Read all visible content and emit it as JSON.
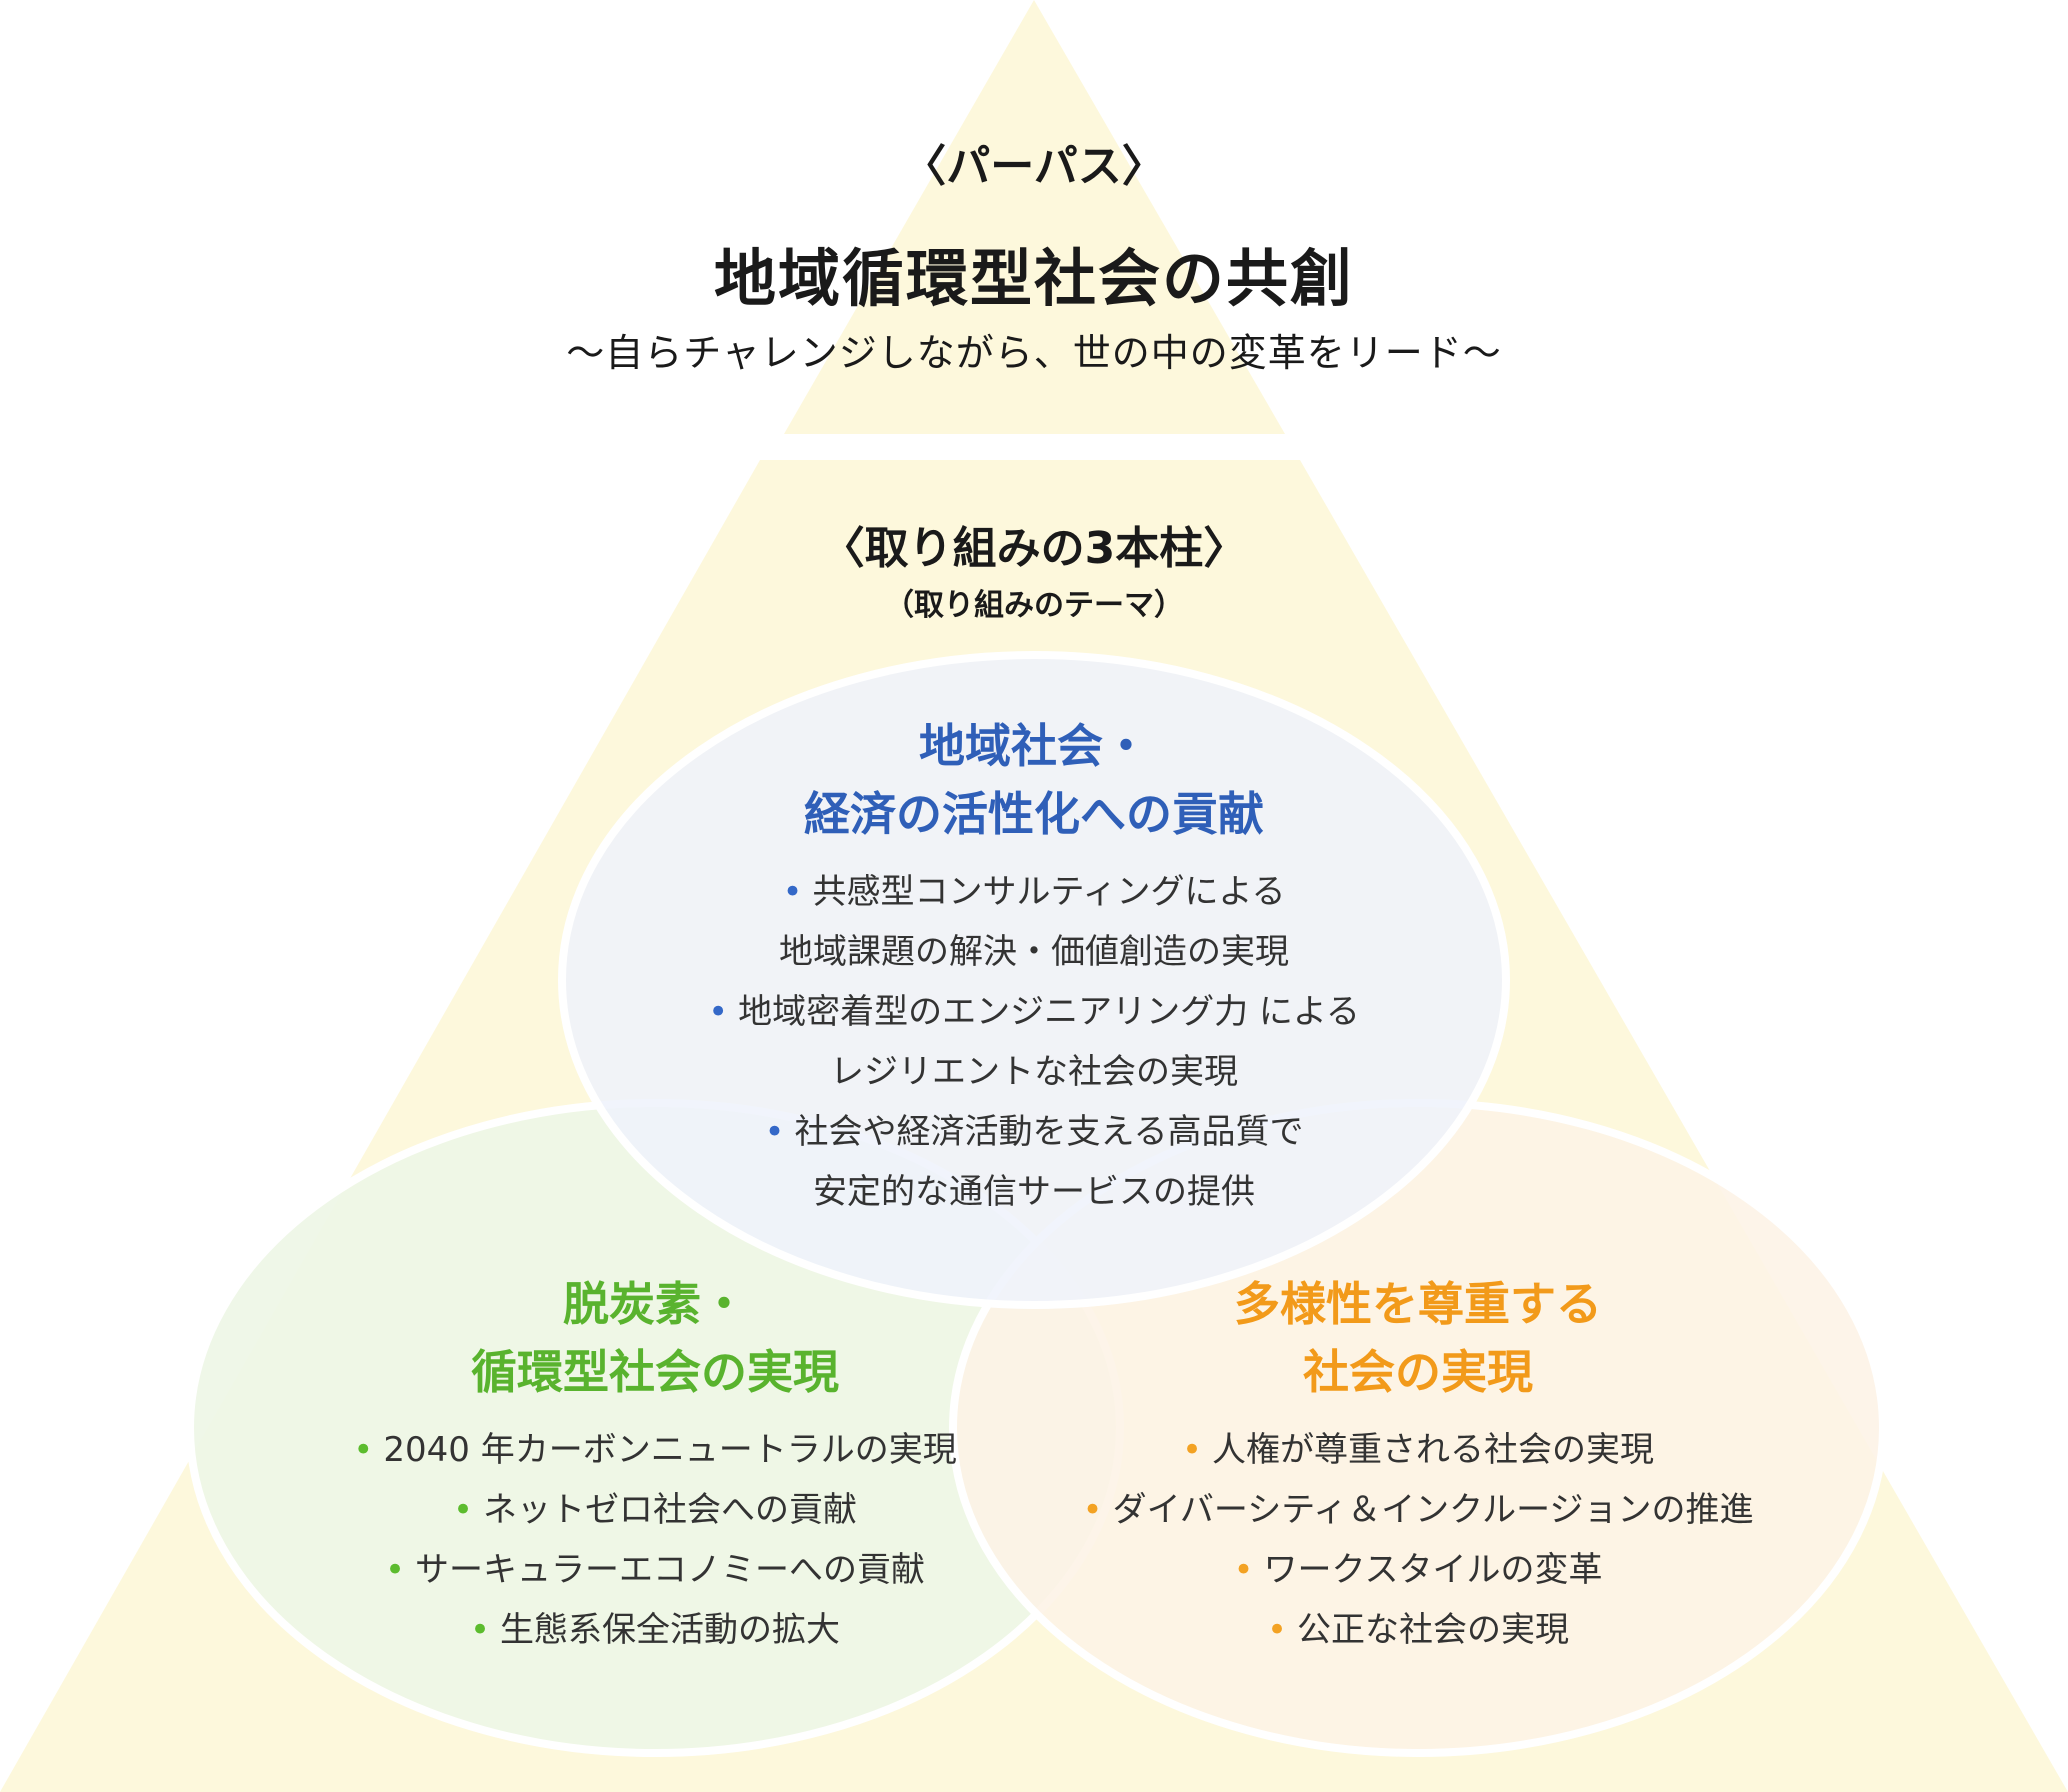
{
  "purpose": {
    "label": "〈パーパス〉",
    "title": "地域循環型社会の共創",
    "subtitle": "〜自らチャレンジしながら、世の中の変革をリード〜"
  },
  "pillars": {
    "label": "〈取り組みの3本柱〉",
    "sublabel": "（取り組みのテーマ）"
  },
  "circles": {
    "regional": {
      "title_line1": "地域社会・",
      "title_line2": "経済の活性化への貢献",
      "items": [
        "共感型コンサルティングによる",
        "地域課題の解決・価値創造の実現",
        "地域密着型のエンジニアリング力 による",
        "レジリエントな社会の実現",
        "社会や経済活動を支える高品質で",
        "安定的な通信サービスの提供"
      ]
    },
    "decarbon": {
      "title_line1": "脱炭素・",
      "title_line2": "循環型社会の実現",
      "items": [
        "2040 年カーボンニュートラルの実現",
        "ネットゼロ社会への貢献",
        "サーキュラーエコノミーへの貢献",
        "生態系保全活動の拡大"
      ]
    },
    "diversity": {
      "title_line1": "多様性を尊重する",
      "title_line2": "社会の実現",
      "items": [
        "人権が尊重される社会の実現",
        "ダイバーシティ＆インクルージョンの推進",
        "ワークスタイルの変革",
        "公正な社会の実現"
      ]
    }
  },
  "colors": {
    "triangle": "#fdf8dc",
    "regional_fill": "#eef2fb",
    "decarbon_fill": "#eef6e6",
    "diversity_fill": "#fdf3e6",
    "regional_text": "#2f5fb8",
    "decarbon_text": "#59b32e",
    "diversity_text": "#f29a1a"
  },
  "bullet": "•"
}
